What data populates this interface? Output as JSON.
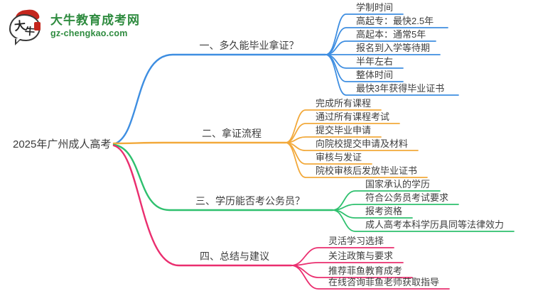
{
  "site": {
    "logo_glyph_1": "大",
    "logo_glyph_2": "牛",
    "brand_name": "大牛教育成考网",
    "brand_url": "gz-chengkao.com"
  },
  "colors": {
    "branch_1_blue": "#3E8EE1",
    "branch_2_orange": "#F2A93B",
    "branch_3_green": "#2EC06E",
    "branch_4_pink": "#EA2E6F",
    "brand_green": "#2E8B3F",
    "logo_red": "#C4261D",
    "text": "#3D3D3D"
  },
  "mindmap": {
    "root": "2025年广州成人高考",
    "branches": [
      {
        "label": "一、多久能毕业拿证？",
        "color": "#3E8EE1",
        "children": [
          "学制时间",
          "高起专：最快2.5年",
          "高起本：通常5年",
          "报名到入学等待期",
          "半年左右",
          "整体时间",
          "最快3年获得毕业证书"
        ]
      },
      {
        "label": "二、拿证流程",
        "color": "#F2A93B",
        "children": [
          "完成所有课程",
          "通过所有课程考试",
          "提交毕业申请",
          "向院校提交申请及材料",
          "审核与发证",
          "院校审核后发放毕业证书"
        ]
      },
      {
        "label": "三、学历能否考公务员？",
        "color": "#2EC06E",
        "children": [
          "国家承认的学历",
          "符合公务员考试要求",
          "报考资格",
          "成人高考本科学历具同等法律效力"
        ]
      },
      {
        "label": "四、总结与建议",
        "color": "#EA2E6F",
        "children": [
          "灵活学习选择",
          "关注政策与要求",
          "推荐菲鱼教育成考",
          "在线咨询菲鱼老师获取指导"
        ]
      }
    ]
  }
}
